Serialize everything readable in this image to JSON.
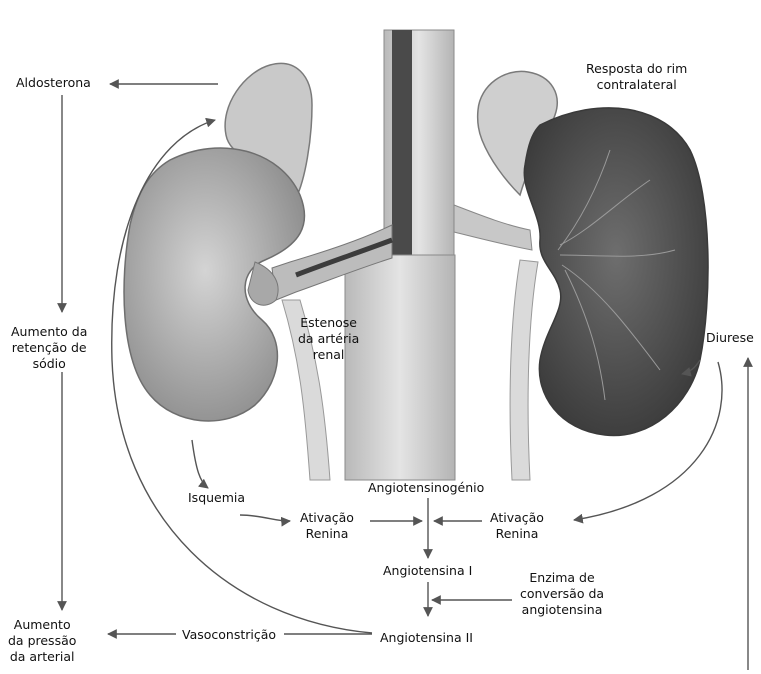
{
  "labels": {
    "aldosterona": "Aldosterona",
    "resposta": [
      "Resposta do rim",
      "contralateral"
    ],
    "aumento_retencao": [
      "Aumento da",
      "retenção de",
      "sódio"
    ],
    "estenose": [
      "Estenose",
      "da artéria",
      "renal"
    ],
    "diurese": "Diurese",
    "angiotensinogenio": "Angiotensinogénio",
    "isquemia": "Isquemia",
    "ativacao_esq": [
      "Ativação",
      "Renina"
    ],
    "ativacao_dir": [
      "Ativação",
      "Renina"
    ],
    "angiotensina_1": "Angiotensina I",
    "enzima": [
      "Enzima de",
      "conversão da",
      "angiotensina"
    ],
    "aumento_pressao": [
      "Aumento",
      "da pressão",
      "da arterial"
    ],
    "vasoconstricao": "Vasoconstrição",
    "angiotensina_2": "Angiotensina II"
  },
  "colors": {
    "arrow": "#555555",
    "kidney_left": "#b8b8b8",
    "kidney_right": "#5e5e5e",
    "gland": "#c4c4c4",
    "vessel": "#d2d2d2"
  }
}
